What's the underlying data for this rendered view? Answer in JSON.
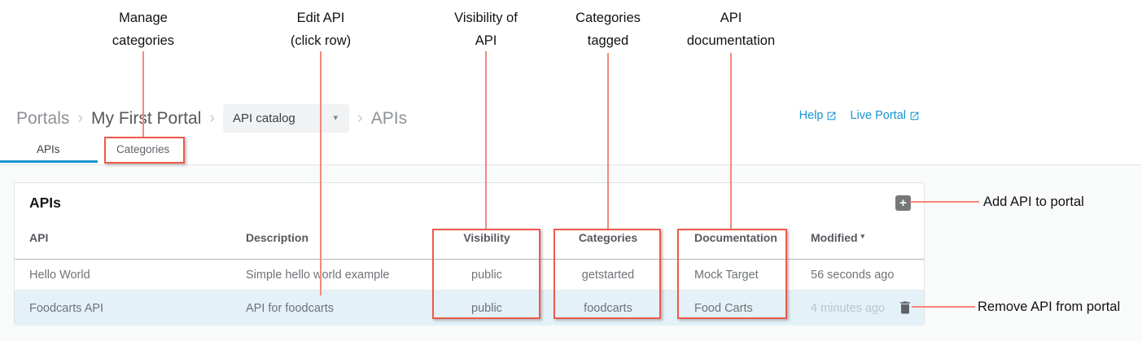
{
  "annotations": {
    "top": [
      {
        "lines": [
          "Manage",
          "categories"
        ]
      },
      {
        "lines": [
          "Edit API",
          "(click row)"
        ]
      },
      {
        "lines": [
          "Visibility of",
          "API"
        ]
      },
      {
        "lines": [
          "Categories",
          "tagged"
        ]
      },
      {
        "lines": [
          "API",
          "documentation"
        ]
      }
    ],
    "right": [
      {
        "label": "Add API to portal"
      },
      {
        "label": "Remove API from portal"
      }
    ]
  },
  "breadcrumb": {
    "separator": "›",
    "portals": "Portals",
    "portal_name": "My First Portal",
    "catalog_dropdown": {
      "value": "API catalog",
      "caret": "▾"
    },
    "current": "APIs"
  },
  "header_links": {
    "help": "Help",
    "live_portal": "Live Portal"
  },
  "tabs": {
    "apis": "APIs",
    "categories": "Categories"
  },
  "card": {
    "title": "APIs",
    "add_button": "+",
    "table": {
      "columns": [
        "API",
        "Description",
        "Visibility",
        "Categories",
        "Documentation",
        "Modified"
      ],
      "sort_caret": "▾",
      "rows": [
        [
          "Hello World",
          "Simple hello world example",
          "public",
          "getstarted",
          "Mock Target",
          "56 seconds ago"
        ],
        [
          "Foodcarts API",
          "API for foodcarts",
          "public",
          "foodcarts",
          "Food Carts",
          "4 minutes ago"
        ]
      ]
    }
  },
  "colors": {
    "accent_blue": "#1694d2",
    "annotation_box_red": "#ee584a",
    "annotation_line_red": "#f2897c",
    "row_highlight": "#e4f1f8",
    "add_button_gray": "#757779"
  }
}
